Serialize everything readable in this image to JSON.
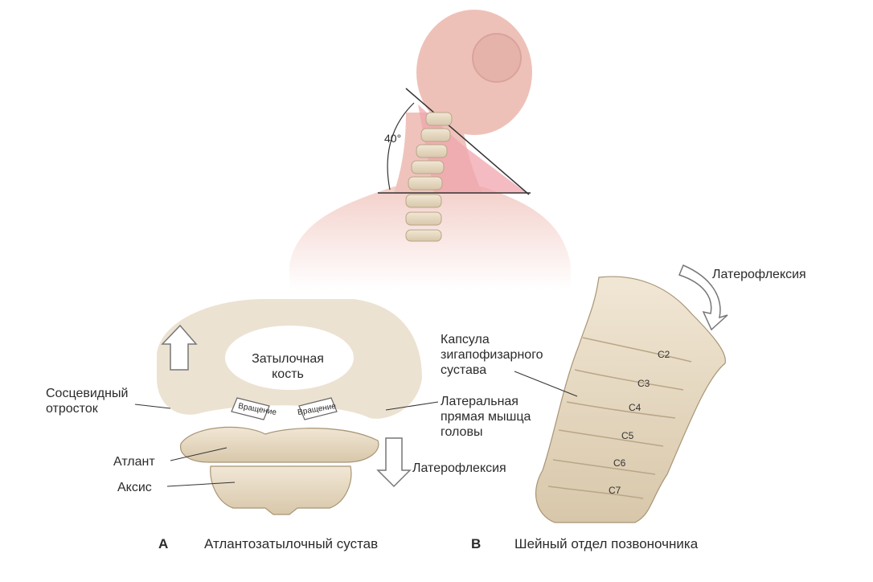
{
  "figure": {
    "angle_label": "40°",
    "panel_a": {
      "letter": "A",
      "caption": "Атлантозатылочный сустав",
      "labels": {
        "occipital_line1": "Затылочная",
        "occipital_line2": "кость",
        "mastoid_line1": "Сосцевидный",
        "mastoid_line2": "отросток",
        "atlas": "Атлант",
        "axis": "Аксис",
        "rectus_line1": "Латеральная",
        "rectus_line2": "прямая мышца",
        "rectus_line3": "головы",
        "lateroflexion": "Латерофлексия",
        "rotation_left": "Вращение",
        "rotation_right": "Вращение"
      }
    },
    "panel_b": {
      "letter": "B",
      "caption": "Шейный отдел позвоночника",
      "labels": {
        "lateroflexion": "Латерофлексия",
        "capsule_line1": "Капсула",
        "capsule_line2": "зигапофизарного",
        "capsule_line3": "сустава"
      },
      "vertebrae": [
        "C2",
        "C3",
        "C4",
        "C5",
        "C6",
        "C7"
      ]
    },
    "colors": {
      "skin": "#f3cfc9",
      "skin_dark": "#e6b3ab",
      "bone": "#e9dcc6",
      "bone_shade": "#c9b89c",
      "highlight": "#f0a6ad"
    }
  }
}
